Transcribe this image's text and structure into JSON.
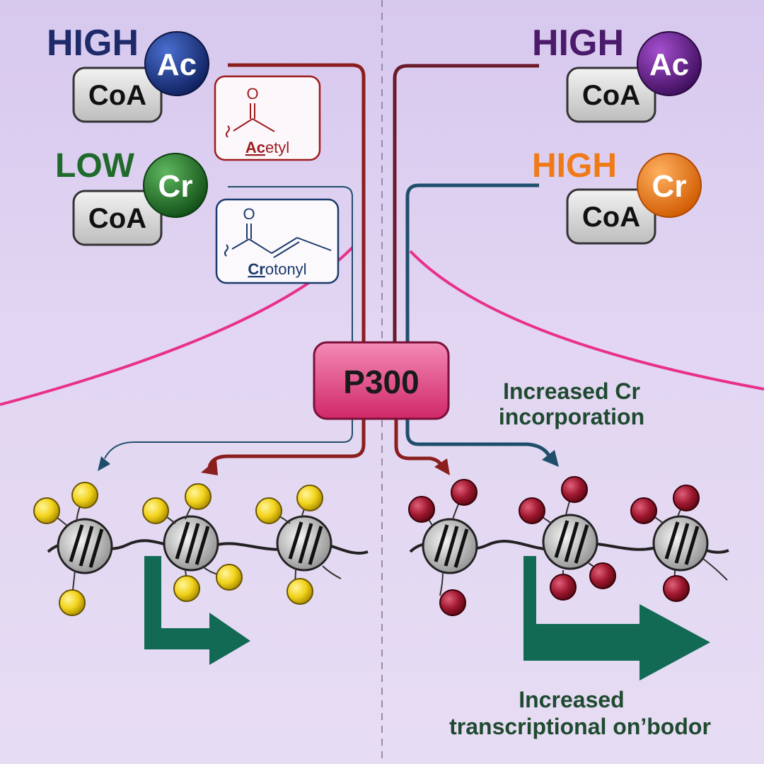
{
  "left_panel": {
    "acetyl_pool": {
      "level": "HIGH",
      "group": "Ac",
      "carrier": "CoA",
      "level_color": "#1f2a6b",
      "group_color": "#1d3a8c"
    },
    "crotonyl_pool": {
      "level": "LOW",
      "group": "Cr",
      "carrier": "CoA",
      "level_color": "#1f6a2a",
      "group_color": "#2e7d32"
    },
    "acetyl_box": {
      "label_prefix": "Ac",
      "label_suffix": "etyl",
      "atom": "O",
      "color": "#9e1b1b"
    },
    "crotonyl_box": {
      "label_prefix": "Cr",
      "label_suffix": "otonyl",
      "atom": "O",
      "color": "#1a3a6b"
    }
  },
  "right_panel": {
    "acetyl_pool": {
      "level": "HIGH",
      "group": "Ac",
      "carrier": "CoA",
      "level_color": "#4b1a6b",
      "group_color": "#6a1b9a"
    },
    "crotonyl_pool": {
      "level": "HIGH",
      "group": "Cr",
      "carrier": "CoA",
      "level_color": "#f07a18",
      "group_color": "#f57c00"
    },
    "annotation_top_line1": "Increased Cr",
    "annotation_top_line2": "incorporation",
    "annotation_bottom_line1": "Increased",
    "annotation_bottom_line2": "transcriptional on’bodor"
  },
  "enzyme": {
    "label": "P300",
    "color": "#e0407a"
  },
  "colors": {
    "acetyl_path": "#8b1e1e",
    "crotonyl_path": "#1f4e6b",
    "threshold_curve": "#e8308a",
    "divider": "#9a8aa8",
    "transcription_arrow": "#126a55",
    "left_marks": "#f2d21a",
    "right_marks": "#a01830"
  }
}
